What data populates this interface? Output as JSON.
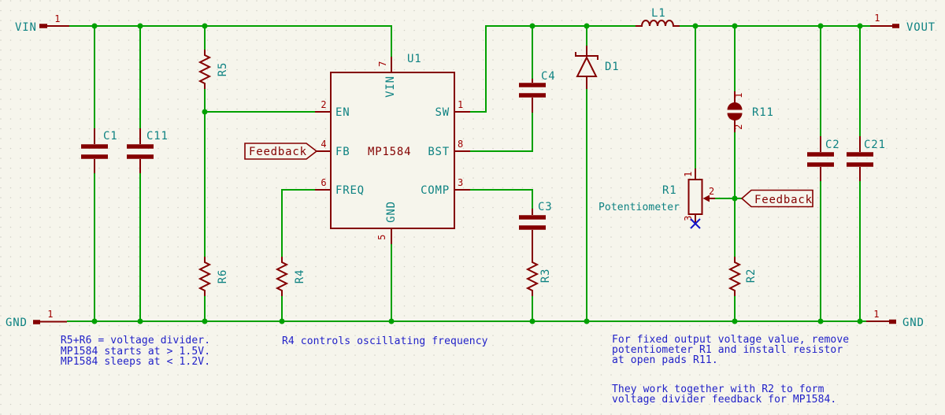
{
  "colors": {
    "background": "#F6F5EC",
    "grid_dot": "#D2D1C7",
    "wire": "#00A000",
    "symbol": "#840000",
    "pin_number": "#A00000",
    "pin_name": "#0E8282",
    "reference": "#0E8282",
    "value": "#840000",
    "note": "#2121C8",
    "no_connect": "#1414C8"
  },
  "power_labels": {
    "vin": {
      "name": "VIN",
      "pin": "1"
    },
    "vout": {
      "name": "VOUT",
      "pin": "1"
    },
    "gnd_left": {
      "name": "GND",
      "pin": "1"
    },
    "gnd_right": {
      "name": "GND",
      "pin": "1"
    }
  },
  "ic": {
    "reference": "U1",
    "value": "MP1584",
    "pins": {
      "en": {
        "num": "2",
        "name": "EN"
      },
      "fb": {
        "num": "4",
        "name": "FB"
      },
      "freq": {
        "num": "6",
        "name": "FREQ"
      },
      "sw": {
        "num": "1",
        "name": "SW"
      },
      "bst": {
        "num": "8",
        "name": "BST"
      },
      "comp": {
        "num": "3",
        "name": "COMP"
      },
      "vin": {
        "num": "7",
        "name": "VIN"
      },
      "gnd": {
        "num": "5",
        "name": "GND"
      }
    }
  },
  "components": {
    "c1": {
      "ref": "C1"
    },
    "c11": {
      "ref": "C11"
    },
    "r5": {
      "ref": "R5"
    },
    "r6": {
      "ref": "R6"
    },
    "r4": {
      "ref": "R4"
    },
    "c4": {
      "ref": "C4"
    },
    "c3": {
      "ref": "C3"
    },
    "r3": {
      "ref": "R3"
    },
    "d1": {
      "ref": "D1"
    },
    "l1": {
      "ref": "L1"
    },
    "r11": {
      "ref": "R11",
      "pin1": "1",
      "pin2": "2"
    },
    "r1": {
      "ref": "R1",
      "value": "Potentiometer",
      "pin1": "1",
      "pin2": "2",
      "pin3": "3"
    },
    "r2": {
      "ref": "R2"
    },
    "c2": {
      "ref": "C2"
    },
    "c21": {
      "ref": "C21"
    }
  },
  "global_labels": {
    "feedback_fb": "Feedback",
    "feedback_divider": "Feedback"
  },
  "notes": {
    "left": [
      "R5+R6 = voltage divider.",
      "MP1584 starts at > 1.5V.",
      "MP1584 sleeps at < 1.2V."
    ],
    "middle": "R4 controls oscillating frequency",
    "right_para1": [
      "For fixed output voltage value, remove",
      "potentiometer R1 and install resistor",
      "at open pads R11."
    ],
    "right_para2": [
      "They work together with R2 to form",
      "voltage divider feedback for MP1584."
    ]
  }
}
